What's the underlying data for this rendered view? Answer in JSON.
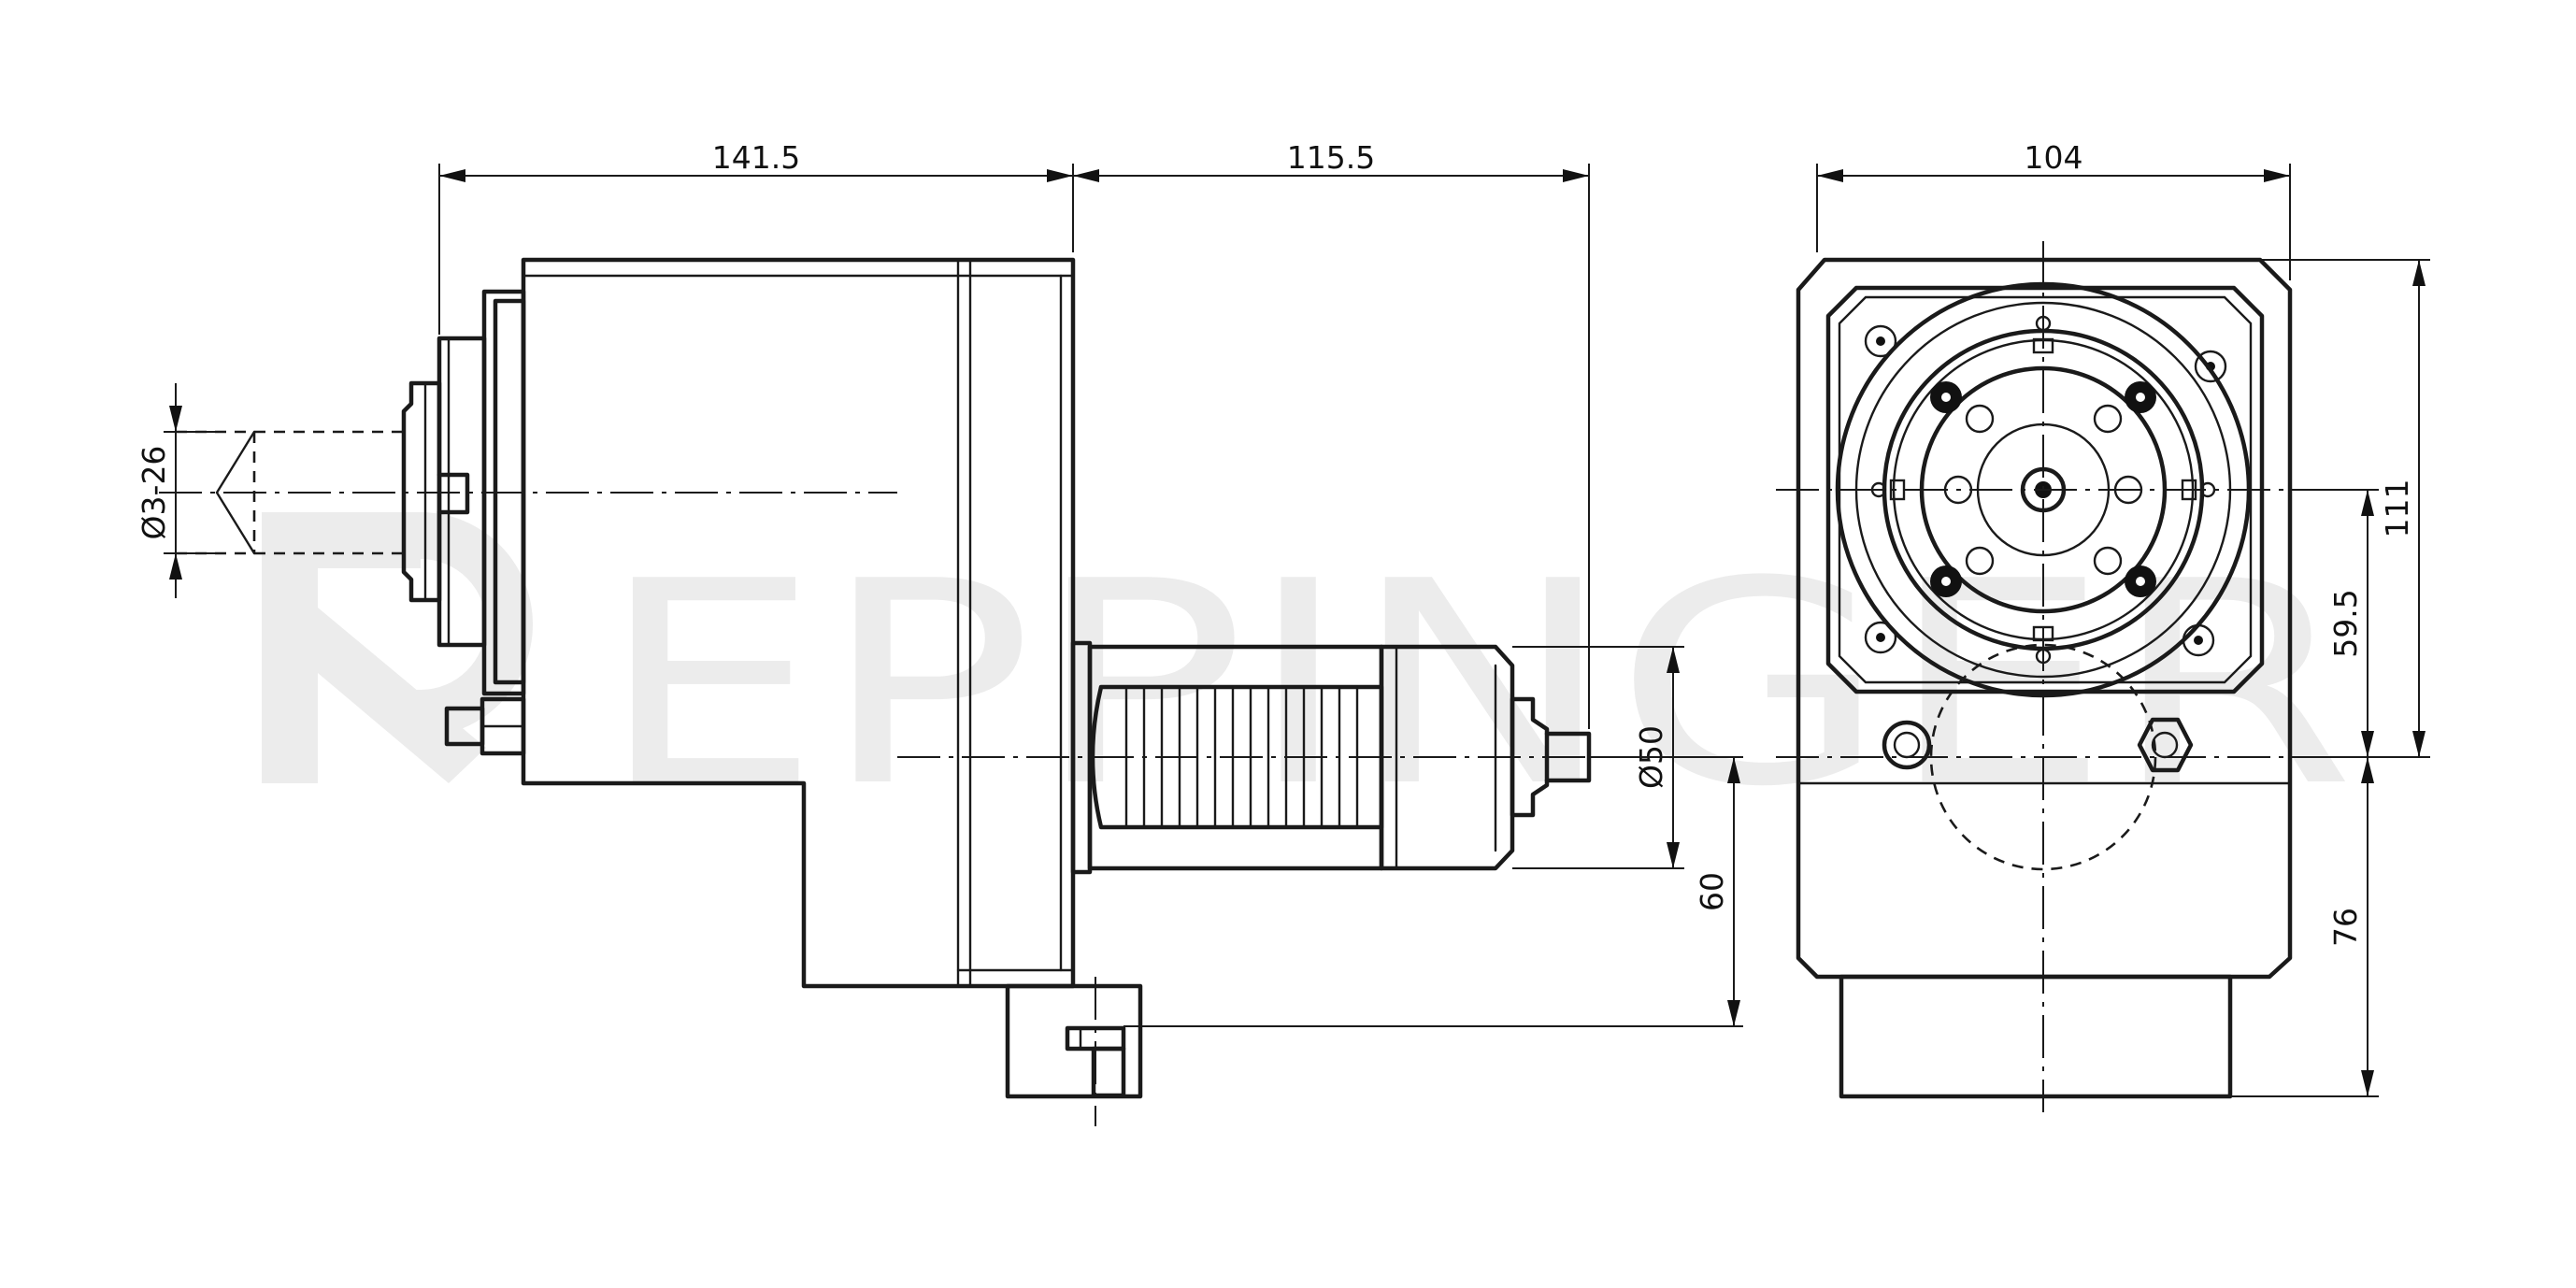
{
  "watermark": {
    "text": "EPPINGER",
    "color": "#ececec"
  },
  "dimensions": {
    "side_length_left": "141.5",
    "side_length_right": "115.5",
    "front_width": "104",
    "front_height": "111",
    "front_axis_height": "59.5",
    "front_lower_height": "76",
    "spindle_diameter": "Ø50",
    "center_height": "60",
    "tool_range": "Ø3-26"
  },
  "colors": {
    "line": "#1a1a1a",
    "background": "#ffffff"
  }
}
